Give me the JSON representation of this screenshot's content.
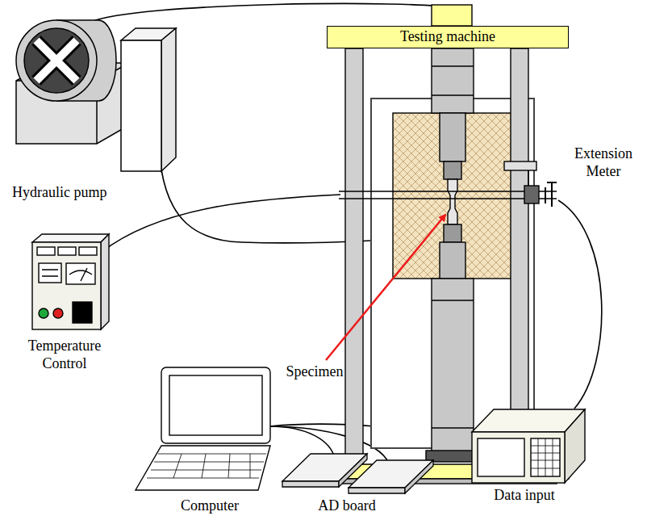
{
  "diagram": {
    "nodes": [
      {
        "text": [
          "Testing machine"
        ]
      }
    ],
    "labels": [
      "Extension Meter",
      "Hydraulic pump",
      "Temperature Control",
      "Specimen",
      "Computer",
      "AD board",
      "Data input"
    ]
  }
}
